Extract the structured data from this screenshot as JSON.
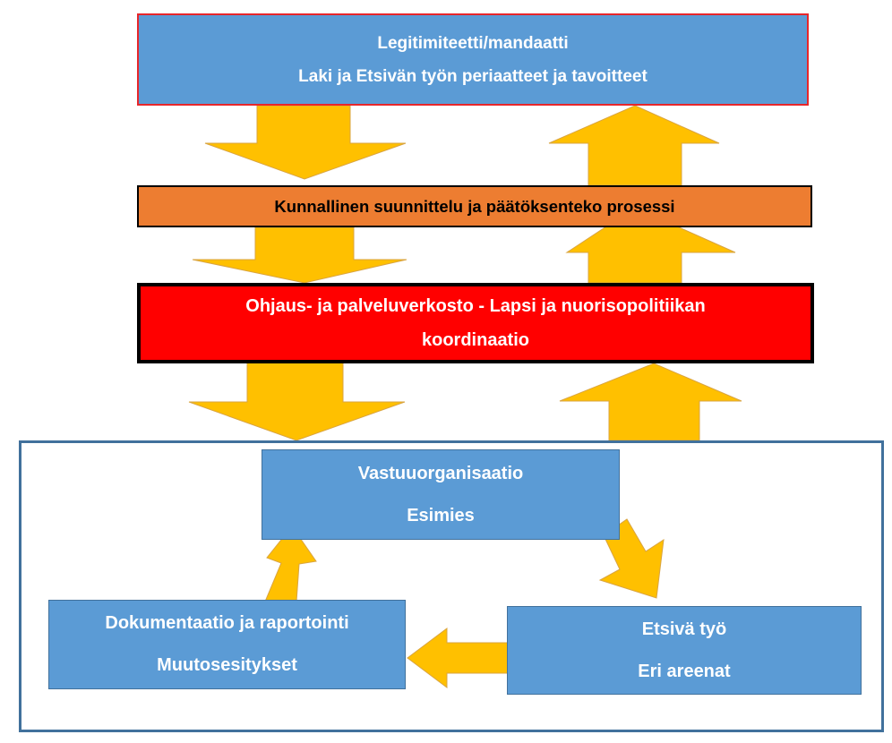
{
  "top_box": {
    "line1": "Legitimiteetti/mandaatti",
    "line2": "Laki ja Etsivän työn periaatteet ja tavoitteet"
  },
  "planning_box": {
    "label": "Kunnallinen suunnittelu ja päätöksenteko prosessi"
  },
  "network_box": {
    "line1": "Ohjaus- ja palveluverkosto - Lapsi ja nuorisopolitiikan",
    "line2": "koordinaatio"
  },
  "cycle": {
    "organisation": {
      "line1": "Vastuuorganisaatio",
      "line2": "Esimies"
    },
    "outreach": {
      "line1": "Etsivä työ",
      "line2": "Eri areenat"
    },
    "documentation": {
      "line1": "Dokumentaatio ja raportointi",
      "line2": "Muutosesitykset"
    }
  },
  "colors": {
    "box_blue": "#5b9bd5",
    "box_orange": "#ed7d31",
    "box_red": "#ff0000",
    "arrow_yellow": "#ffc000",
    "frame_border": "#41719c"
  }
}
